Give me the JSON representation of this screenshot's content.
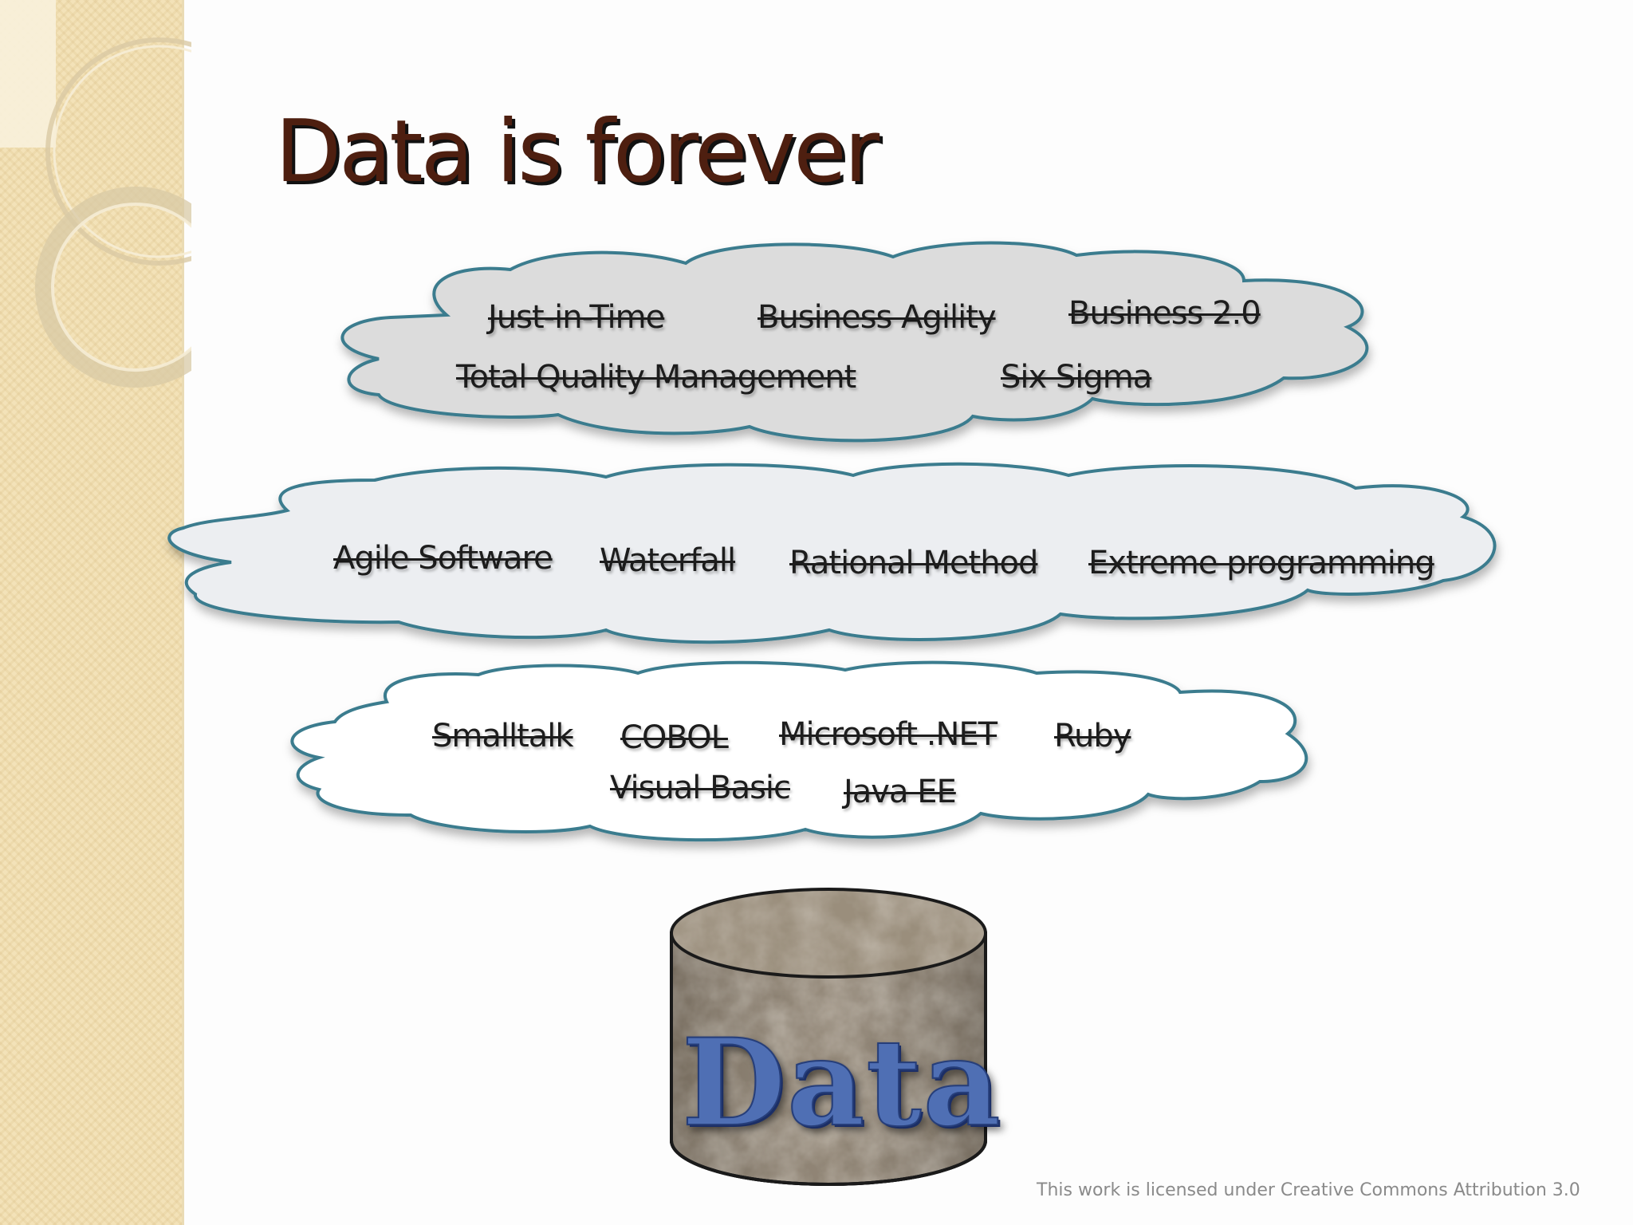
{
  "slide": {
    "title": "Data is forever",
    "clouds": [
      {
        "name": "management-fads",
        "fill": "#dcdcdc",
        "terms": [
          "Just-in-Time",
          "Business Agility",
          "Business 2.0",
          "Total Quality Management",
          "Six Sigma"
        ]
      },
      {
        "name": "methodologies",
        "fill": "#eceef1",
        "terms": [
          "Agile Software",
          "Waterfall",
          "Rational Method",
          "Extreme programming"
        ]
      },
      {
        "name": "technologies",
        "fill": "#ffffff",
        "terms": [
          "Smalltalk",
          "COBOL",
          "Microsoft .NET",
          "Ruby",
          "Visual Basic",
          "Java EE"
        ]
      }
    ],
    "database": {
      "label": "Data",
      "stone_color": "#8a7e6e"
    },
    "license": "This work is licensed under Creative Commons Attribution 3.0",
    "colors": {
      "title": "#4e1f10",
      "cloud_outline": "#3b7b8e",
      "sidebar": "#f3e2b8",
      "db_text": "#4f6fb4"
    }
  }
}
